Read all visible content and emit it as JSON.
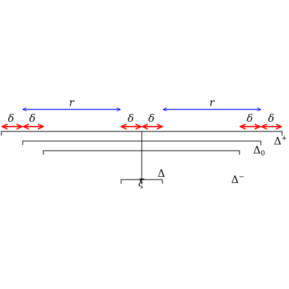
{
  "labels": {
    "delta": "δ",
    "r": "r",
    "xi": "ξ",
    "Delta": "Δ",
    "Delta_base": "Δ",
    "Delta_plus_sup": "+",
    "Delta_zero_sub": "0",
    "Delta_minus_sup": "−"
  },
  "colors": {
    "delta_arrow": "#ff0000",
    "r_arrow": "#0000ff",
    "bracket": "#000000"
  }
}
